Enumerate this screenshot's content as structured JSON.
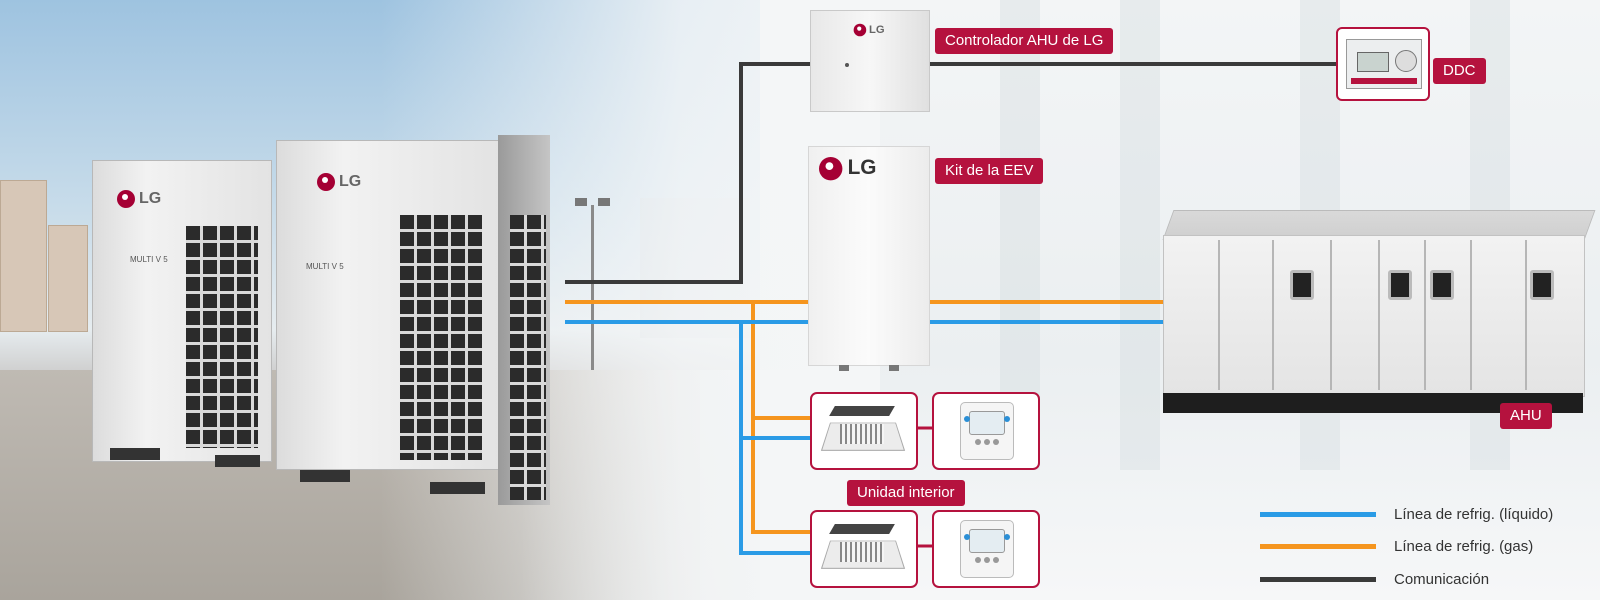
{
  "diagram": {
    "labels": {
      "ahu_controller": "Controlador AHU de LG",
      "ddc": "DDC",
      "eev_kit": "Kit de la EEV",
      "ahu": "AHU",
      "indoor_unit": "Unidad interior"
    },
    "brand_logo": "LG",
    "outdoor_model_text": "MULTI V 5",
    "legend": [
      {
        "label": "Línea de refrig. (líquido)",
        "color": "#2a9be6"
      },
      {
        "label": "Línea de refrig. (gas)",
        "color": "#f5951e"
      },
      {
        "label": "Comunicación",
        "color": "#3a3a3a"
      }
    ],
    "colors": {
      "accent": "#b5123e",
      "liquid_line": "#2a9be6",
      "gas_line": "#f5951e",
      "communication_line": "#3a3a3a"
    }
  }
}
